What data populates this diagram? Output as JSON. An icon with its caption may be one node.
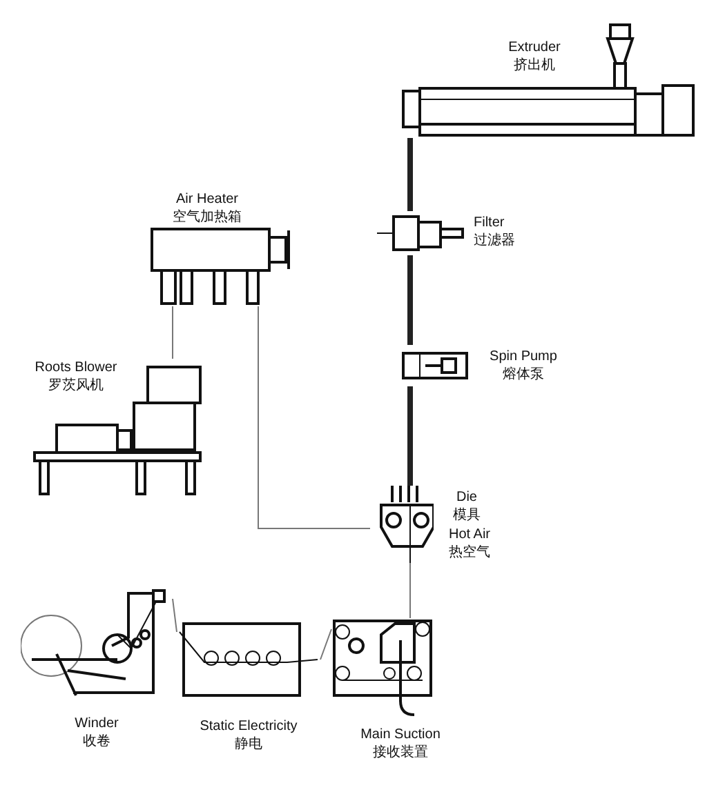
{
  "diagram": {
    "nodes": [
      {
        "text": [
          "Extruder",
          "挤出机"
        ]
      },
      {
        "text": [
          "Filter",
          "过滤器"
        ]
      },
      {
        "text": [
          "Spin Pump",
          "熔体泵"
        ]
      },
      {
        "text": [
          "Die",
          "模具"
        ],
        "beside": [
          "Hot Air",
          "热空气"
        ]
      },
      {
        "text": [
          "Air Heater",
          "空气加热箱"
        ]
      },
      {
        "text": [
          "Roots Blower",
          "罗茨风机"
        ]
      },
      {
        "text": [
          "Main Suction",
          "接收装置"
        ]
      },
      {
        "text": [
          "Static Electricity",
          "静电"
        ]
      },
      {
        "text": [
          "Winder",
          "收卷"
        ]
      }
    ],
    "edges": [
      {
        "from": 0,
        "to": 1,
        "arrow": "none",
        "style": "thick"
      },
      {
        "from": 1,
        "to": 2,
        "arrow": "none",
        "style": "thick"
      },
      {
        "from": 2,
        "to": 3,
        "arrow": "none",
        "style": "thick"
      },
      {
        "from": 5,
        "to": 4,
        "arrow": "none"
      },
      {
        "from": 4,
        "to": 3,
        "arrow": "none"
      },
      {
        "from": 3,
        "to": 6,
        "arrow": "none"
      },
      {
        "from": 6,
        "to": 7,
        "arrow": "none"
      },
      {
        "from": 7,
        "to": 8,
        "arrow": "none"
      }
    ]
  }
}
